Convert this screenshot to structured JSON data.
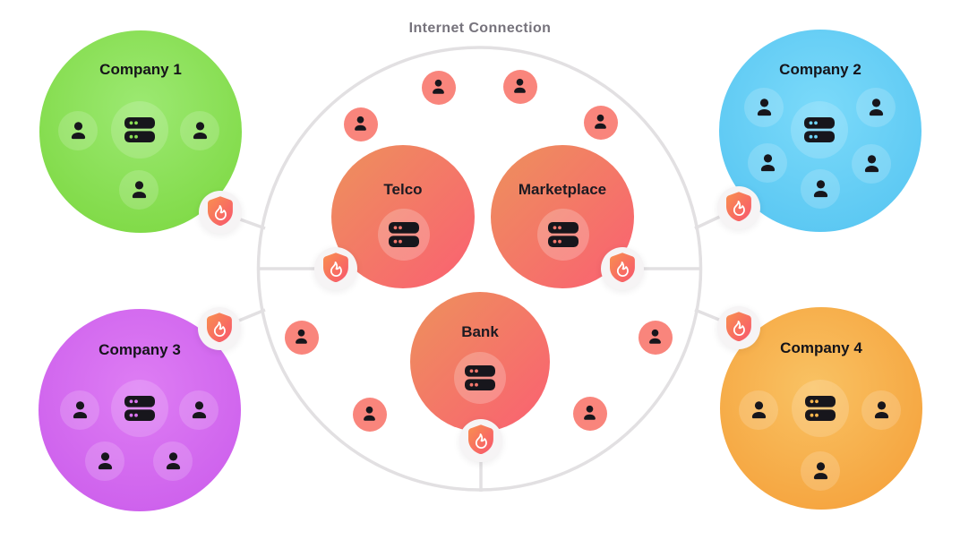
{
  "internet": {
    "title": "Internet Connection",
    "user_bubble_count": 8,
    "firewall_count": 7
  },
  "hubs": [
    {
      "name": "Telco"
    },
    {
      "name": "Marketplace"
    },
    {
      "name": "Bank"
    }
  ],
  "companies": [
    {
      "name": "Company 1",
      "user_count": 3,
      "color": "#82db4a"
    },
    {
      "name": "Company 2",
      "user_count": 5,
      "color": "#5ac7f2"
    },
    {
      "name": "Company 3",
      "user_count": 4,
      "color": "#cd60ec"
    },
    {
      "name": "Company 4",
      "user_count": 3,
      "color": "#f5a23c"
    }
  ],
  "colors": {
    "hub_gradient_start": "#ee8d5e",
    "hub_gradient_end": "#f96470",
    "user_bubble": "#f9857c",
    "shield_gradient_start": "#f9904f",
    "shield_gradient_end": "#f7556e",
    "connection_line": "#e2e0e2",
    "title_text": "#76737c",
    "icon_dark": "#17161c"
  },
  "icons": {
    "user": "user-icon",
    "server": "server-icon",
    "firewall": "firewall-shield-icon"
  }
}
